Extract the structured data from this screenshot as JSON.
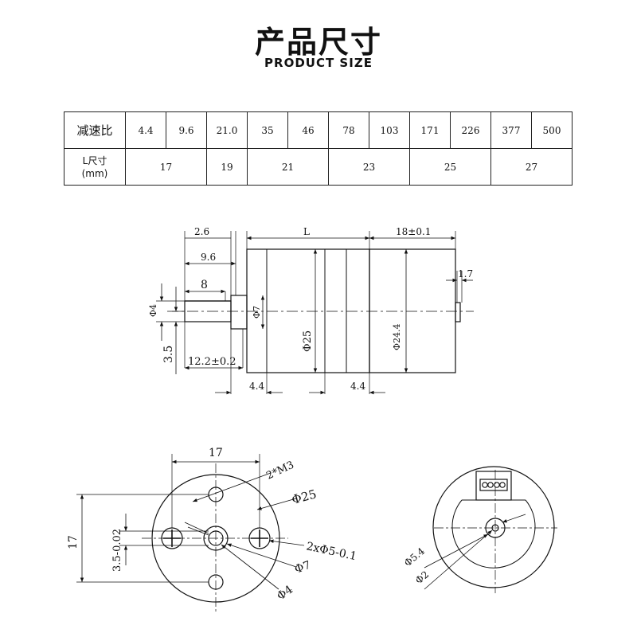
{
  "header": {
    "title": "产品尺寸",
    "subtitle": "PRODUCT SIZE"
  },
  "table": {
    "ratio_label": "减速比",
    "length_label_line1": "L尺寸",
    "length_label_line2": "(mm)",
    "ratios": [
      "4.4",
      "9.6",
      "21.0",
      "35",
      "46",
      "78",
      "103",
      "171",
      "226",
      "377",
      "500"
    ],
    "lengths": [
      {
        "value": "17",
        "span": 2
      },
      {
        "value": "19",
        "span": 1
      },
      {
        "value": "21",
        "span": 2
      },
      {
        "value": "23",
        "span": 2
      },
      {
        "value": "25",
        "span": 2
      },
      {
        "value": "27",
        "span": 2
      }
    ]
  },
  "side_view": {
    "dim_shaft_flat": "2.6",
    "dim_length": "L",
    "dim_motor": "18±0.1",
    "dim_shaft_total": "9.6",
    "dim_shaft_flat_len": "8",
    "dim_end_plate": "1.7",
    "dim_shaft_dia": "Φ4",
    "dim_boss_dia": "Φ7",
    "dim_flat_depth": "3.5",
    "dim_mount_len": "12.2±0.2",
    "dim_gear_dia": "Φ25",
    "dim_motor_dia": "Φ24.4",
    "dim_left_44": "4.4",
    "dim_right_44": "4.4"
  },
  "front_view": {
    "dim_hole_spacing": "17",
    "dim_screw": "2*M3",
    "dim_outer": "Φ25",
    "dim_height": "17",
    "dim_flat": "3.5-0.02",
    "dim_holes": "2xΦ5-0.1",
    "dim_boss": "Φ7",
    "dim_shaft": "Φ4"
  },
  "rear_view": {
    "dim_bearing": "Φ5.4",
    "dim_shaft": "Φ2"
  }
}
